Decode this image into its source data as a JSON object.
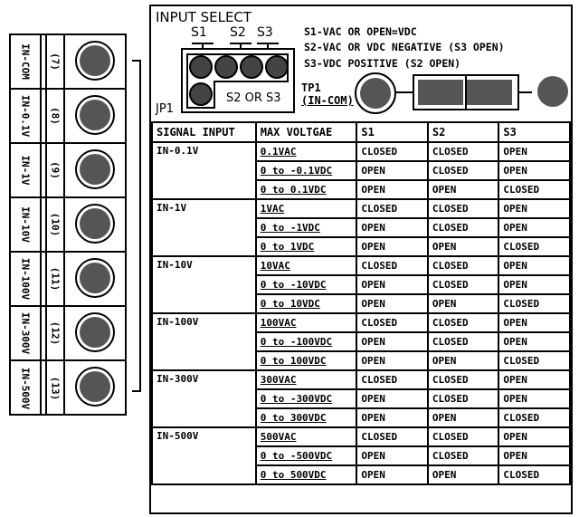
{
  "title": "INPUT SELECT",
  "switch_labels": {
    "s1": "S1",
    "s2": "S2",
    "s3": "S3",
    "s2_or_s3": "S2 OR S3"
  },
  "jumper_label": "JP1",
  "legend": [
    "S1-VAC OR OPEN=VDC",
    "S2-VAC OR VDC NEGATIVE (S3 OPEN)",
    "S3-VDC POSITIVE (S2 OPEN)"
  ],
  "test_point": {
    "label": "TP1",
    "sublabel": "(IN-COM)"
  },
  "terminals": [
    {
      "name": "IN-COM",
      "number": "(7)"
    },
    {
      "name": "IN-0.1V",
      "number": "(8)"
    },
    {
      "name": "IN-1V",
      "number": "(9)"
    },
    {
      "name": "IN-10V",
      "number": "(10)"
    },
    {
      "name": "IN-100V",
      "number": "(11)"
    },
    {
      "name": "IN-300V",
      "number": "(12)"
    },
    {
      "name": "IN-500V",
      "number": "(13)"
    }
  ],
  "table": {
    "headers": [
      "SIGNAL INPUT",
      "MAX VOLTGAE",
      "S1",
      "S2",
      "S3"
    ],
    "groups": [
      {
        "signal": "IN-0.1V",
        "rows": [
          [
            "0.1VAC",
            "CLOSED",
            "CLOSED",
            "OPEN"
          ],
          [
            "0 to -0.1VDC",
            "OPEN",
            "CLOSED",
            "OPEN"
          ],
          [
            "0 to 0.1VDC",
            "OPEN",
            "OPEN",
            "CLOSED"
          ]
        ]
      },
      {
        "signal": "IN-1V",
        "rows": [
          [
            "1VAC",
            "CLOSED",
            "CLOSED",
            "OPEN"
          ],
          [
            "0 to -1VDC",
            "OPEN",
            "CLOSED",
            "OPEN"
          ],
          [
            "0 to 1VDC",
            "OPEN",
            "OPEN",
            "CLOSED"
          ]
        ]
      },
      {
        "signal": "IN-10V",
        "rows": [
          [
            "10VAC",
            "CLOSED",
            "CLOSED",
            "OPEN"
          ],
          [
            "0 to -10VDC",
            "OPEN",
            "CLOSED",
            "OPEN"
          ],
          [
            "0 to 10VDC",
            "OPEN",
            "OPEN",
            "CLOSED"
          ]
        ]
      },
      {
        "signal": "IN-100V",
        "rows": [
          [
            "100VAC",
            "CLOSED",
            "CLOSED",
            "OPEN"
          ],
          [
            "0 to -100VDC",
            "OPEN",
            "CLOSED",
            "OPEN"
          ],
          [
            "0 to 100VDC",
            "OPEN",
            "OPEN",
            "CLOSED"
          ]
        ]
      },
      {
        "signal": "IN-300V",
        "rows": [
          [
            "300VAC",
            "CLOSED",
            "CLOSED",
            "OPEN"
          ],
          [
            "0 to -300VDC",
            "OPEN",
            "CLOSED",
            "OPEN"
          ],
          [
            "0 to 300VDC",
            "OPEN",
            "OPEN",
            "CLOSED"
          ]
        ]
      },
      {
        "signal": "IN-500V",
        "rows": [
          [
            "500VAC",
            "CLOSED",
            "CLOSED",
            "OPEN"
          ],
          [
            "0 to -500VDC",
            "OPEN",
            "CLOSED",
            "OPEN"
          ],
          [
            "0 to 500VDC",
            "OPEN",
            "OPEN",
            "CLOSED"
          ]
        ]
      }
    ]
  }
}
